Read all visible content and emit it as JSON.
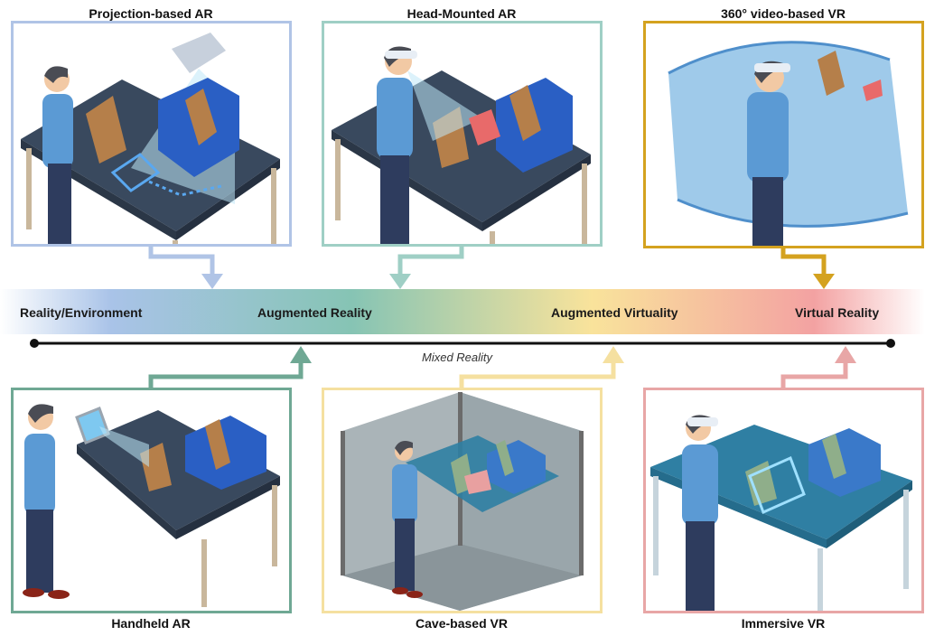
{
  "top_panels": [
    {
      "title": "Projection-based AR",
      "border_color": "#b0c4e6"
    },
    {
      "title": "Head-Mounted AR",
      "border_color": "#9fcfc5"
    },
    {
      "title": "360° video-based VR",
      "border_color": "#d4a21f"
    }
  ],
  "bottom_panels": [
    {
      "title": "Handheld AR",
      "border_color": "#6fa894"
    },
    {
      "title": "Cave-based VR",
      "border_color": "#f5e0a0"
    },
    {
      "title": "Immersive VR",
      "border_color": "#e8a6a6"
    }
  ],
  "spectrum": {
    "labels": [
      "Reality/Environment",
      "Augmented Reality",
      "Augmented Virtuality",
      "Virtual Reality"
    ],
    "colors": [
      "#a9c3e8",
      "#86c4b4",
      "#f9e39b",
      "#f3a2a2"
    ]
  },
  "axis_label": "Mixed Reality"
}
